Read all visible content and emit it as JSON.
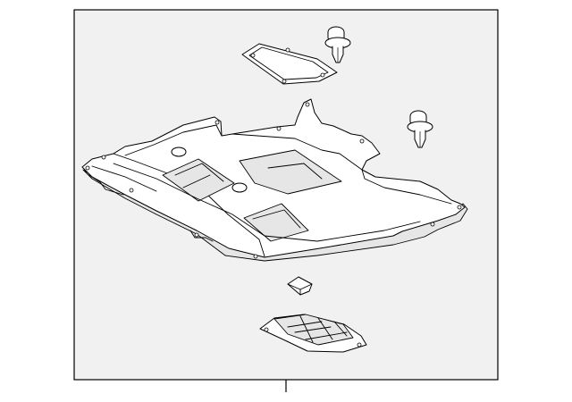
{
  "diagram": {
    "parts": [
      {
        "id": "engine-under-cover",
        "icon": "under-cover-shield-icon"
      },
      {
        "id": "access-lid",
        "icon": "flat-plate-icon"
      },
      {
        "id": "push-clip-upper",
        "icon": "push-pin-clip-icon"
      },
      {
        "id": "push-clip-lower",
        "icon": "push-pin-clip-icon"
      },
      {
        "id": "small-clip",
        "icon": "small-clip-icon"
      },
      {
        "id": "grid-bracket",
        "icon": "grid-bracket-icon"
      }
    ],
    "colors": {
      "frame_background": "#f1f1f1",
      "part_fill": "#ffffff",
      "outline": "#000000"
    }
  }
}
